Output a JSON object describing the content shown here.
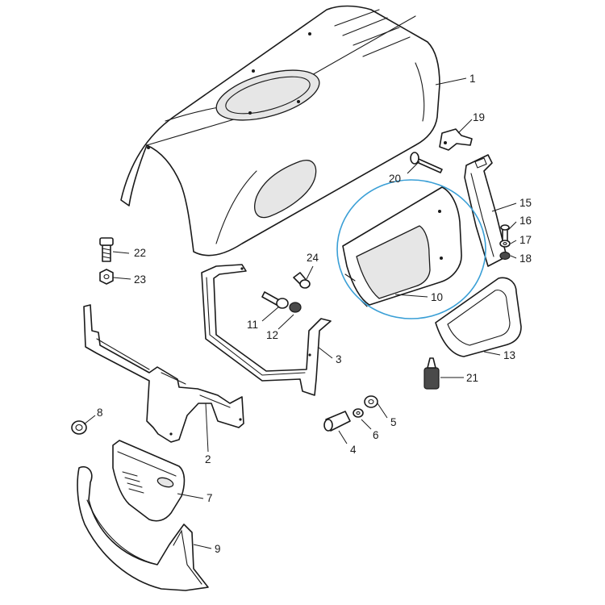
{
  "highlight_color": "#3a9fd6",
  "parts": [
    {
      "id": "part-1",
      "number": "1"
    },
    {
      "id": "part-2",
      "number": "2"
    },
    {
      "id": "part-3",
      "number": "3"
    },
    {
      "id": "part-4",
      "number": "4"
    },
    {
      "id": "part-5",
      "number": "5"
    },
    {
      "id": "part-6",
      "number": "6"
    },
    {
      "id": "part-7",
      "number": "7"
    },
    {
      "id": "part-8",
      "number": "8"
    },
    {
      "id": "part-9",
      "number": "9"
    },
    {
      "id": "part-10",
      "number": "10"
    },
    {
      "id": "part-11",
      "number": "11"
    },
    {
      "id": "part-12",
      "number": "12"
    },
    {
      "id": "part-13",
      "number": "13"
    },
    {
      "id": "part-15",
      "number": "15"
    },
    {
      "id": "part-16",
      "number": "16"
    },
    {
      "id": "part-17",
      "number": "17"
    },
    {
      "id": "part-18",
      "number": "18"
    },
    {
      "id": "part-19",
      "number": "19"
    },
    {
      "id": "part-20",
      "number": "20"
    },
    {
      "id": "part-21",
      "number": "21"
    },
    {
      "id": "part-22",
      "number": "22"
    },
    {
      "id": "part-23",
      "number": "23"
    },
    {
      "id": "part-24",
      "number": "24"
    }
  ]
}
